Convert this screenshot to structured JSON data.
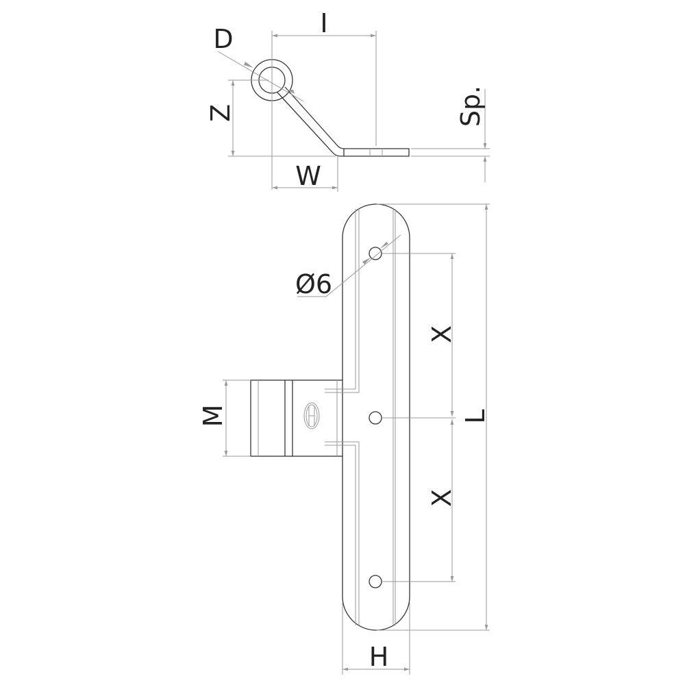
{
  "labels": {
    "I": "I",
    "D": "D",
    "Z": "Z",
    "W": "W",
    "Sp": "Sp.",
    "hole": "Ø6",
    "X1": "X",
    "X2": "X",
    "L": "L",
    "M": "M",
    "H": "H"
  }
}
